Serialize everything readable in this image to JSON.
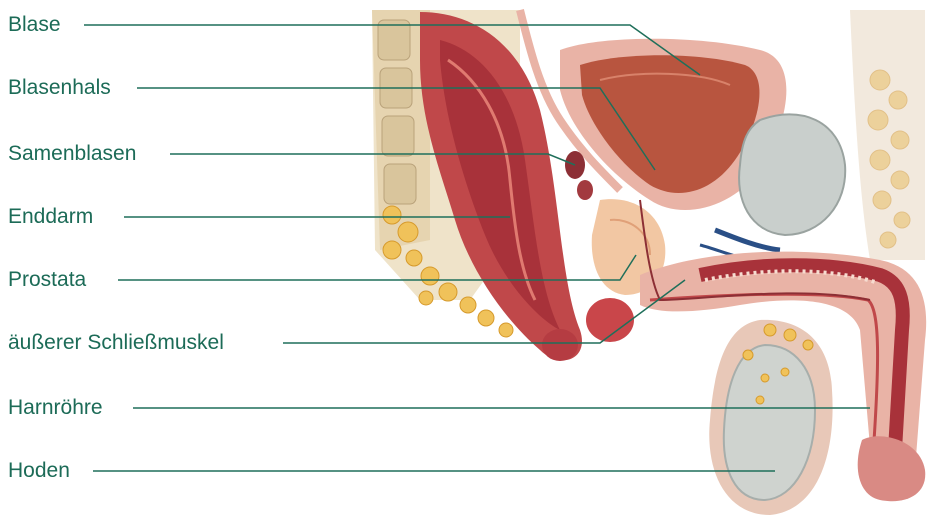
{
  "labels": [
    {
      "key": "blase",
      "text": "Blase"
    },
    {
      "key": "blasenhals",
      "text": "Blasenhals"
    },
    {
      "key": "samenblasen",
      "text": "Samenblasen"
    },
    {
      "key": "enddarm",
      "text": "Enddarm"
    },
    {
      "key": "prostata",
      "text": "Prostata"
    },
    {
      "key": "schliessmuskel",
      "text": "äußerer Schließmuskel"
    },
    {
      "key": "harnroehre",
      "text": "Harnröhre"
    },
    {
      "key": "hoden",
      "text": "Hoden"
    }
  ],
  "colors": {
    "label_text": "#1c6b57",
    "leader_line": "#1f6f5a",
    "tissue_red": "#c0484a",
    "tissue_pink": "#e9b3a6",
    "fat_yellow": "#f0c25a",
    "bone_beige": "#e9dcc0",
    "bladder_interior": "#b8553f",
    "testis_grey": "#cfd3cf",
    "vessel_blue": "#2a4f86"
  },
  "illustration": {
    "name": "sagittal-section-male-pelvis",
    "style": "medical anatomical painting"
  }
}
